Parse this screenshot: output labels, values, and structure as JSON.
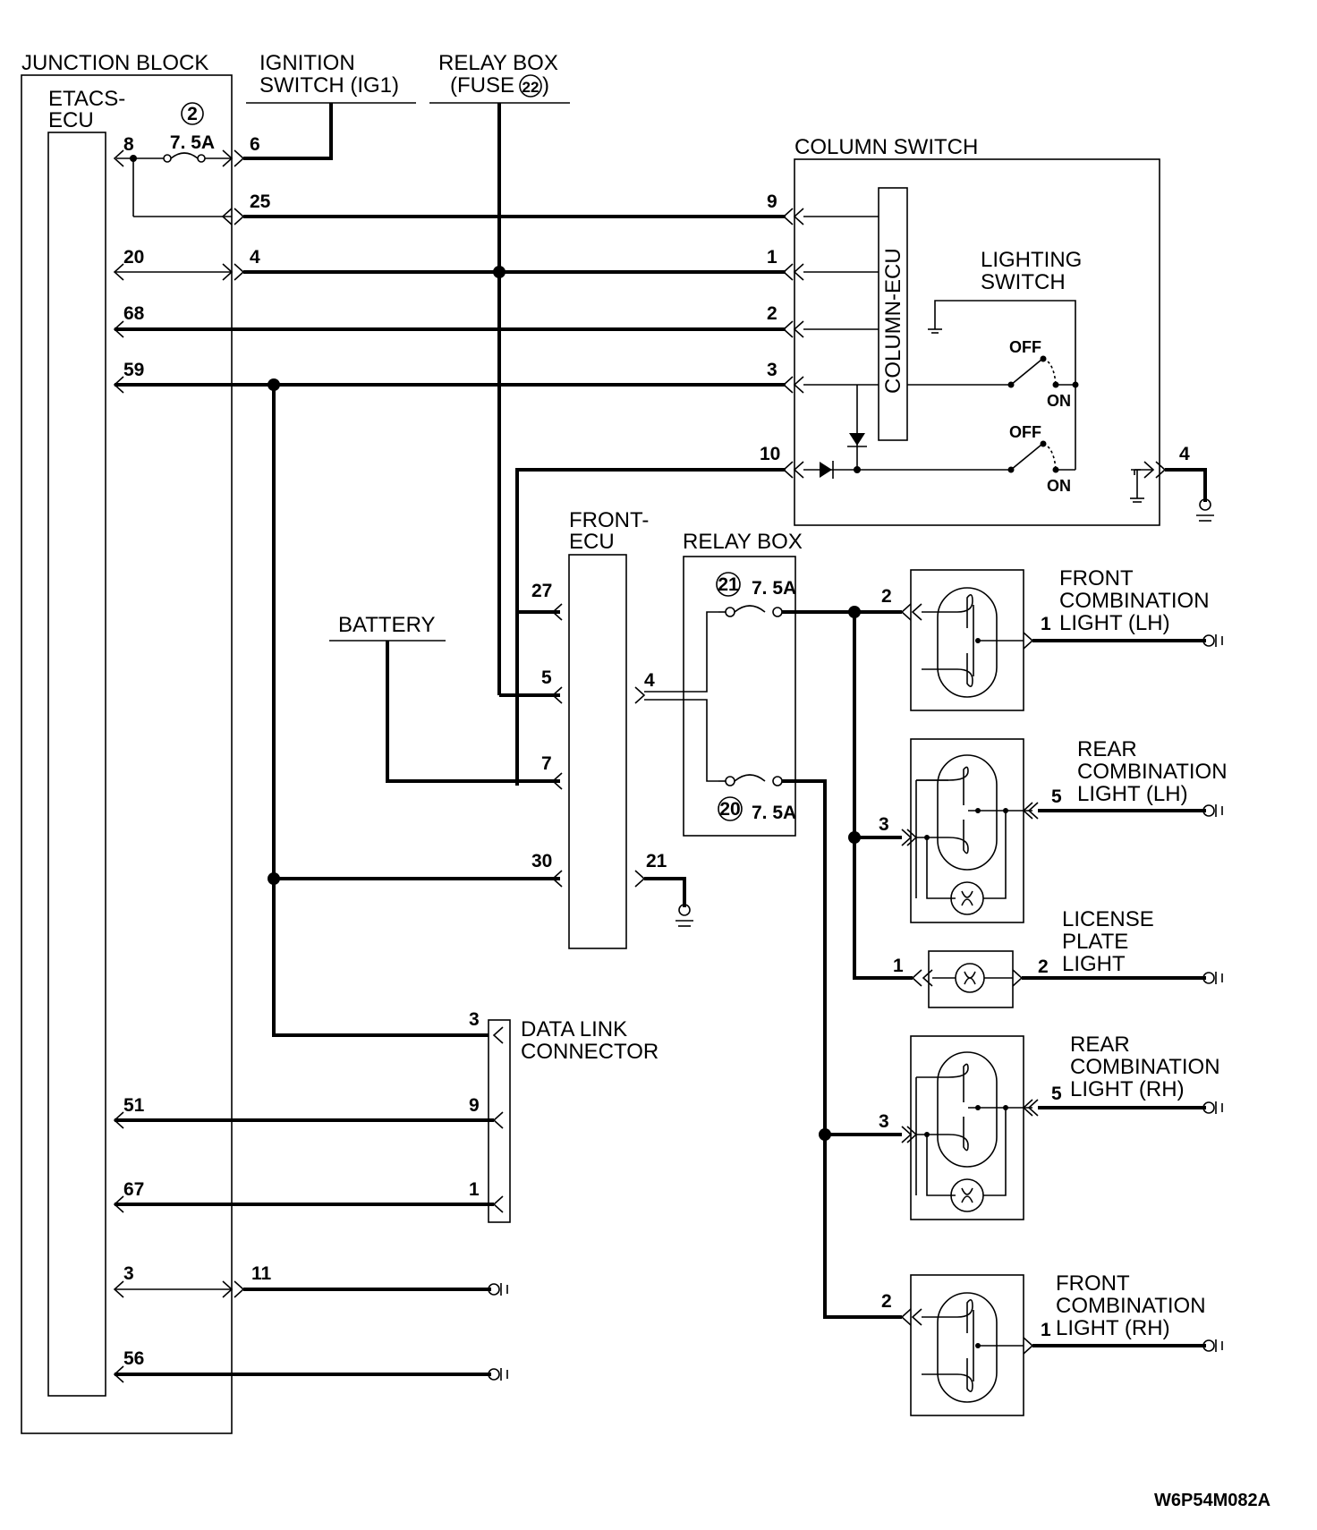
{
  "labels": {
    "junction_block": "JUNCTION BLOCK",
    "etacs_ecu_line1": "ETACS-",
    "etacs_ecu_line2": "ECU",
    "ignition_switch_line1": "IGNITION",
    "ignition_switch_line2": "SWITCH (IG1)",
    "relay_box_top_line1": "RELAY BOX",
    "relay_box_top_line2_prefix": "(FUSE",
    "relay_box_top_line2_suffix": ")",
    "column_switch": "COLUMN SWITCH",
    "column_ecu": "COLUMN-ECU",
    "lighting_switch_line1": "LIGHTING",
    "lighting_switch_line2": "SWITCH",
    "off": "OFF",
    "on": "ON",
    "front_ecu_line1": "FRONT-",
    "front_ecu_line2": "ECU",
    "relay_box": "RELAY BOX",
    "battery": "BATTERY",
    "data_link_line1": "DATA LINK",
    "data_link_line2": "CONNECTOR",
    "front_comb_lh_line1": "FRONT",
    "front_comb_lh_line2": "COMBINATION",
    "front_comb_lh_line3": "LIGHT (LH)",
    "rear_comb_lh_line1": "REAR",
    "rear_comb_lh_line2": "COMBINATION",
    "rear_comb_lh_line3": "LIGHT (LH)",
    "license_line1": "LICENSE",
    "license_line2": "PLATE",
    "license_line3": "LIGHT",
    "rear_comb_rh_line1": "REAR",
    "rear_comb_rh_line2": "COMBINATION",
    "rear_comb_rh_line3": "LIGHT (RH)",
    "front_comb_rh_line1": "FRONT",
    "front_comb_rh_line2": "COMBINATION",
    "front_comb_rh_line3": "LIGHT (RH)",
    "diagram_code": "W6P54M082A"
  },
  "fuses": {
    "jb_fuse_no": "2",
    "jb_fuse_rating": "7. 5A",
    "relay_fuse_no": "22",
    "fuse21_no": "21",
    "fuse21_rating": "7. 5A",
    "fuse20_no": "20",
    "fuse20_rating": "7. 5A"
  },
  "pins": {
    "etacs_8": "8",
    "jb_6": "6",
    "jb_25": "25",
    "etacs_20": "20",
    "jb_4": "4",
    "etacs_68": "68",
    "etacs_59": "59",
    "cs_9": "9",
    "cs_1": "1",
    "cs_2": "2",
    "cs_3": "3",
    "cs_10": "10",
    "cs_4": "4",
    "fe_27": "27",
    "fe_5": "5",
    "fe_7": "7",
    "fe_30": "30",
    "fe_4": "4",
    "fe_21": "21",
    "dlc_3": "3",
    "dlc_9": "9",
    "dlc_1": "1",
    "etacs_51": "51",
    "etacs_67": "67",
    "etacs_3": "3",
    "jb_11": "11",
    "etacs_56": "56",
    "fcl_lh_2": "2",
    "fcl_lh_1": "1",
    "rcl_lh_3": "3",
    "rcl_lh_5": "5",
    "lic_1": "1",
    "lic_2": "2",
    "rcl_rh_3": "3",
    "rcl_rh_5": "5",
    "fcl_rh_2": "2",
    "fcl_rh_1": "1"
  }
}
